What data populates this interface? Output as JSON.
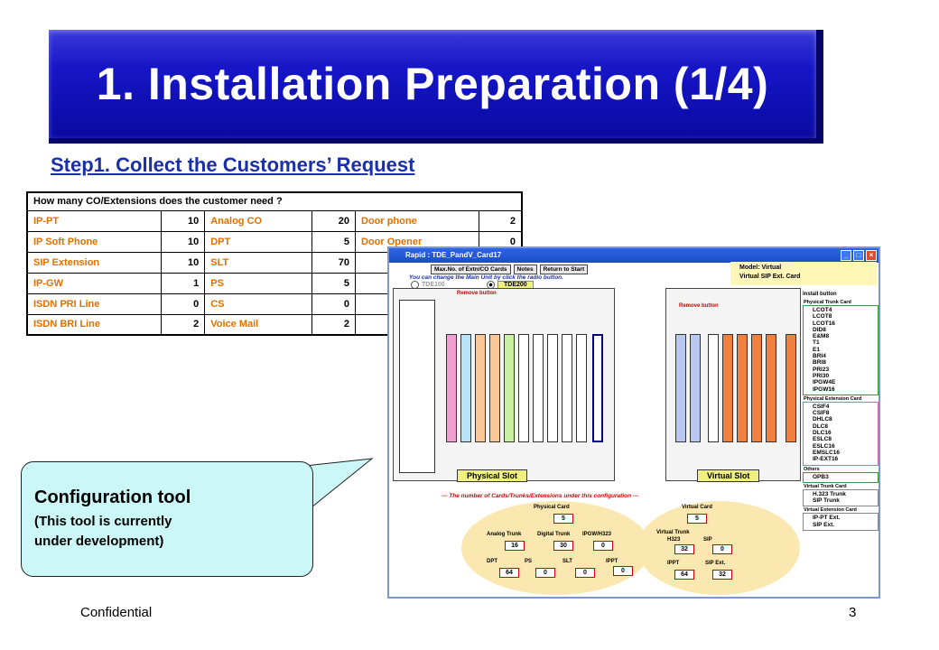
{
  "title": "1. Installation Preparation (1/4)",
  "step_heading": "Step1. Collect the Customers’ Request",
  "table": {
    "header": "How many CO/Extensions  does  the customer  need ?",
    "rows": [
      {
        "l1": "IP-PT",
        "v1": "10",
        "l2": "Analog CO",
        "v2": "20",
        "l3": "Door phone",
        "v3": "2"
      },
      {
        "l1": "IP Soft Phone",
        "v1": "10",
        "l2": "DPT",
        "v2": "5",
        "l3": "Door Opener",
        "v3": "0"
      },
      {
        "l1": "SIP Extension",
        "v1": "10",
        "l2": "SLT",
        "v2": "70",
        "l3": "",
        "v3": ""
      },
      {
        "l1": "IP-GW",
        "v1": "1",
        "l2": "PS",
        "v2": "5",
        "l3": "",
        "v3": ""
      },
      {
        "l1": "ISDN PRI Line",
        "v1": "0",
        "l2": "CS",
        "v2": "0",
        "l3": "",
        "v3": ""
      },
      {
        "l1": "ISDN BRI Line",
        "v1": "2",
        "l2": "Voice Mail",
        "v2": "2",
        "l3": "",
        "v3": ""
      }
    ]
  },
  "window": {
    "title": "Rapid : TDE_PandV_Card17",
    "toolbar": [
      "Max.No. of Extn/CO Cards",
      "Notes",
      "Return to Start"
    ],
    "hint": "You can change the Main Unit by click the radio button.",
    "radio_1": "TDE100",
    "radio_2": "TDE200",
    "model_line1": "Model: Virtual",
    "model_line2": "Virtual SIP Ext. Card",
    "remove_button": "Remove button",
    "install_button": "Install button",
    "physical_slot": "Physical Slot",
    "virtual_slot": "Virtual Slot",
    "summary_title": "--- The number of Cards/Trunks/Extensions under this configuration ---",
    "side_groups": [
      {
        "caption": "Physical Trunk Card",
        "items": [
          "LCOT4",
          "LCOT8",
          "LCOT16",
          "DID8",
          "E&M8",
          "T1",
          "E1",
          "BRI4",
          "BRI8",
          "PRI23",
          "PRI30",
          "IPGW4E",
          "IPGW16"
        ]
      },
      {
        "caption": "Physical Extension Card",
        "items": [
          "CSIF4",
          "CSIF8",
          "DHLC8",
          "DLC8",
          "DLC16",
          "ESLC8",
          "ESLC16",
          "EMSLC16",
          "IP-EXT16"
        ]
      },
      {
        "caption": "Others",
        "items": [
          "OPB3"
        ]
      },
      {
        "caption": "Virtual Trunk Card",
        "items": [
          "H.323 Trunk",
          "SIP Trunk"
        ]
      },
      {
        "caption": "Virtual Extension Card",
        "items": [
          "IP-PT Ext.",
          "SIP Ext."
        ]
      }
    ],
    "summary": {
      "physical_card": "Physical Card",
      "physical_card_v": "5",
      "virtual_card": "Virtual Card",
      "virtual_card_v": "5",
      "analog_trunk": "Analog Trunk",
      "analog_trunk_v": "16",
      "digital_trunk": "Digital Trunk",
      "digital_trunk_v": "30",
      "ipgw": "IPGW/H323",
      "ipgw_v": "0",
      "virtual_trunk": "Virtual Trunk",
      "h323": "H323",
      "h323_v": "32",
      "sip": "SIP",
      "sip_v": "0",
      "dpt": "DPT",
      "dpt_v": "64",
      "ps": "PS",
      "ps_v": "0",
      "slt": "SLT",
      "slt_v": "0",
      "ippt": "IPPT",
      "ippt_v": "0",
      "ippt2": "IPPT",
      "ippt2_v": "64",
      "sipext": "SIP Ext.",
      "sipext_v": "32"
    }
  },
  "callout": {
    "headline": "Configuration tool",
    "line1": "(This tool is currently",
    "line2": "under development)"
  },
  "footer": {
    "left": "Confidential",
    "page": "3"
  },
  "colors": {
    "banner": "#1616c8",
    "step": "#1a2fa8",
    "label_orange": "#e07000",
    "callout_bg": "#ccf7f7"
  }
}
